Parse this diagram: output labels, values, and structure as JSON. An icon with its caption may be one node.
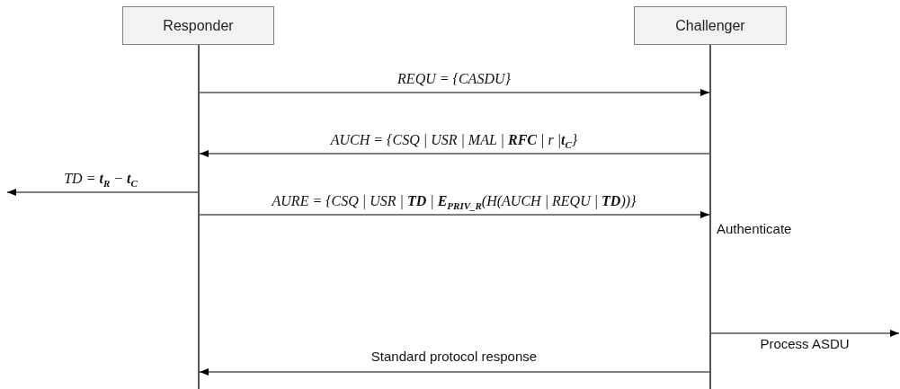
{
  "diagram": {
    "nodes": [
      {
        "text": [
          "Responder"
        ]
      },
      {
        "text": [
          "Challenger"
        ]
      },
      {
        "text": [],
        "shape": "line"
      },
      {
        "text": [],
        "shape": "line"
      }
    ],
    "edges": [
      {
        "from": 2,
        "to": 3,
        "arrow": "to",
        "label": "REQU = {CASDU}"
      },
      {
        "from": 3,
        "to": 2,
        "arrow": "to",
        "label": "AUCH = {CSQ | USR |  MAL | **RFC** | r |**t**$_{C}$}"
      },
      {
        "from": 2,
        "to": null,
        "arrow": "to",
        "label": "TD = **t**$_{R}$ − **t**$_{C}$"
      },
      {
        "from": 2,
        "to": 3,
        "arrow": "to",
        "label": "AURE = {CSQ | USR | **TD** | **E**$_{PRIV_R}$(H(AUCH | REQU | **TD**))}"
      },
      {
        "from": 3,
        "to": null,
        "arrow": "to",
        "label": "Process ASDU"
      },
      {
        "from": 3,
        "to": 2,
        "arrow": "to",
        "label": "Standard protocol response"
      }
    ],
    "labels": [
      "Authenticate"
    ]
  }
}
